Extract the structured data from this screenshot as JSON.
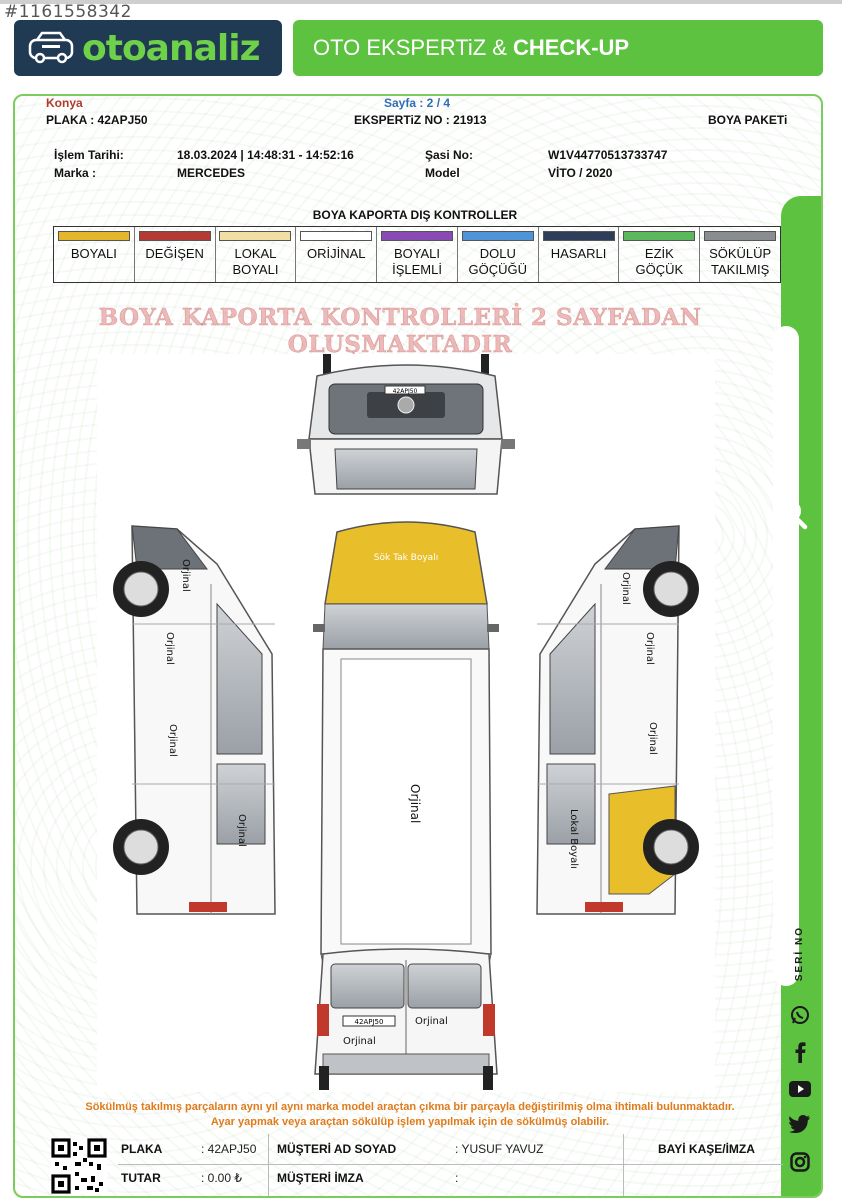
{
  "ad_id": "#1161558342",
  "header": {
    "logo_text": "otoanaliz",
    "banner_prefix": "OTO EKSPERTiZ &",
    "banner_bold": "CHECK-UP"
  },
  "report": {
    "city": "Konya",
    "page": "Sayfa : 2 / 4",
    "plate": "PLAKA : 42APJ50",
    "expert_no": "EKSPERTiZ NO : 21913",
    "package": "BOYA PAKETi",
    "fields": {
      "date_label": "İşlem Tarihi:",
      "date_value": "18.03.2024 | 14:48:31 - 14:52:16",
      "brand_label": "Marka :",
      "brand_value": "MERCEDES",
      "chassis_label": "Şasi No:",
      "chassis_value": "W1V44770513733747",
      "model_label": "Model",
      "model_value": "VİTO / 2020"
    },
    "legend_title": "BOYA KAPORTA DIŞ KONTROLLER",
    "legend": [
      {
        "label": "BOYALI",
        "color": "#e4b62a"
      },
      {
        "label": "DEĞİŞEN",
        "color": "#b43a33"
      },
      {
        "label": "LOKAL BOYALI",
        "color": "#f1dea2"
      },
      {
        "label": "ORİJİNAL",
        "color": "#ffffff"
      },
      {
        "label": "BOYALI İŞLEMLİ",
        "color": "#8a4ab5"
      },
      {
        "label": "DOLU GÖÇÜĞÜ",
        "color": "#4f94d8"
      },
      {
        "label": "HASARLI",
        "color": "#2e3d5a"
      },
      {
        "label": "EZİK GÖÇÜK",
        "color": "#5cb85c"
      },
      {
        "label": "SÖKÜLÜP TAKILMIŞ",
        "color": "#8a8d90"
      }
    ],
    "warning": "BOYA KAPORTA KONTROLLERİ 2 SAYFADAN OLUŞMAKTADIR",
    "diagram": {
      "front_plate": "42APJ50",
      "rear_plate": "42APJ50",
      "hood_label": "Sök Tak Boyalı",
      "roof_label": "Orjinal",
      "left_front_fender": "Orjinal",
      "left_front_door": "Orjinal",
      "left_sliding_door": "Orjinal",
      "left_rear_panel": "Orjinal",
      "right_front_fender": "Orjinal",
      "right_front_door": "Orjinal",
      "right_middle_panel": "Orjinal",
      "right_rear_panel": "Lokal Boyalı",
      "rear_left_door": "Orjinal",
      "rear_right_door": "Orjinal"
    },
    "footnote_1": "Sökülmüş takılmış parçaların aynı yıl aynı marka model araçtan çıkma bir parçayla değiştirilmiş olma ihtimali bulunmaktadır.",
    "footnote_2": "Ayar yapmak veya araçtan sökülüp işlem yapılmak için de sökülmüş olabilir.",
    "bottom": {
      "plate_label": "PLAKA",
      "plate_value": ": 42APJ50",
      "amount_label": "TUTAR",
      "amount_value": ": 0.00 ₺",
      "customer_label": "MÜŞTERİ AD SOYAD",
      "customer_value": ": YUSUF YAVUZ",
      "signature_label": "MÜŞTERİ İMZA",
      "signature_value": ":",
      "stamp_label": "BAYİ KAŞE/İMZA"
    },
    "side": {
      "serial_label": "SERİ NO"
    }
  },
  "colors": {
    "brand_green": "#5cc23f",
    "brand_navy": "#1f3a52",
    "painted_yellow": "#e8bf2a"
  }
}
